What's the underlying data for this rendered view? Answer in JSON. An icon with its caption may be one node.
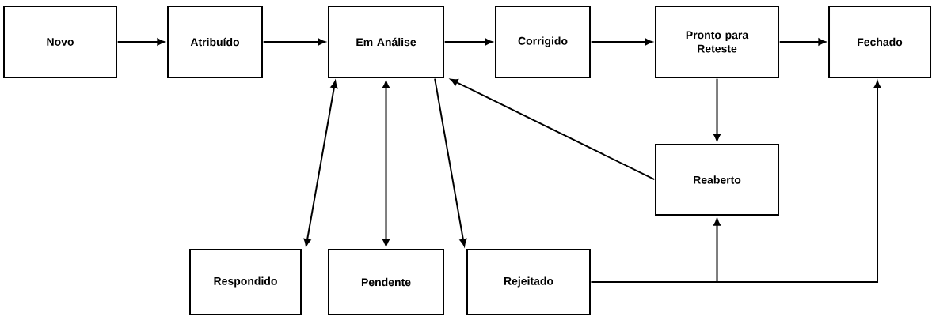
{
  "diagram": {
    "nodes": [
      {
        "text": [
          "Novo"
        ]
      },
      {
        "text": [
          "Atribuído"
        ]
      },
      {
        "text": [
          "Em Análise"
        ]
      },
      {
        "text": [
          "Corrigido"
        ]
      },
      {
        "text": [
          "Pronto para Reteste"
        ]
      },
      {
        "text": [
          "Fechado"
        ]
      },
      {
        "text": [
          "Reaberto"
        ]
      },
      {
        "text": [
          "Respondido"
        ]
      },
      {
        "text": [
          "Pendente"
        ]
      },
      {
        "text": [
          "Rejeitado"
        ]
      }
    ],
    "edges": [
      {
        "from": 0,
        "to": 1,
        "arrow": "to"
      },
      {
        "from": 1,
        "to": 2,
        "arrow": "to"
      },
      {
        "from": 2,
        "to": 3,
        "arrow": "to"
      },
      {
        "from": 3,
        "to": 4,
        "arrow": "to"
      },
      {
        "from": 4,
        "to": 5,
        "arrow": "to"
      },
      {
        "from": 4,
        "to": 6,
        "arrow": "to"
      },
      {
        "from": 6,
        "to": 2,
        "arrow": "to"
      },
      {
        "from": 2,
        "to": 7,
        "arrow": "both"
      },
      {
        "from": 2,
        "to": 8,
        "arrow": "both"
      },
      {
        "from": 2,
        "to": 9,
        "arrow": "to"
      },
      {
        "from": 9,
        "to": 6,
        "arrow": "to"
      },
      {
        "from": 9,
        "to": 5,
        "arrow": "to"
      }
    ]
  }
}
